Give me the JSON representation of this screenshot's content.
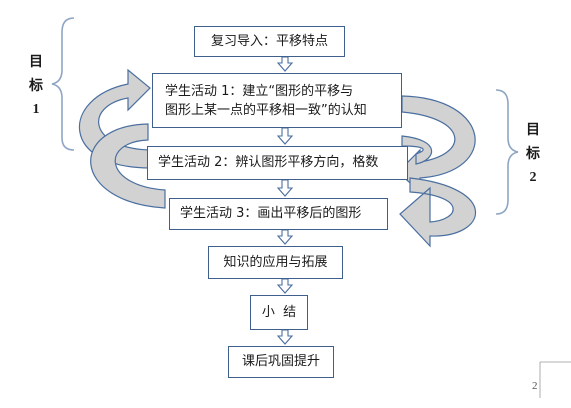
{
  "boxes": {
    "review": "复习导入：平移特点",
    "activity1_line1": "学生活动 1：建立“图形的平移与",
    "activity1_line2": "图形上某一点的平移相一致”的认知",
    "activity2": "学生活动 2：辨认图形平移方向，格数",
    "activity3": "学生活动 3：画出平移后的图形",
    "application": "知识的应用与拓展",
    "summary": "小  结",
    "homework": "课后巩固提升"
  },
  "goals": {
    "goal1": [
      "目",
      "标",
      "1"
    ],
    "goal2": [
      "目",
      "标",
      "2"
    ]
  },
  "page_number": "2",
  "colors": {
    "box_border": "#3f5f8c",
    "arrow_fill": "#c8c8c8",
    "arrow_stroke": "#4a6fa0",
    "brace": "#8fa5c4"
  }
}
